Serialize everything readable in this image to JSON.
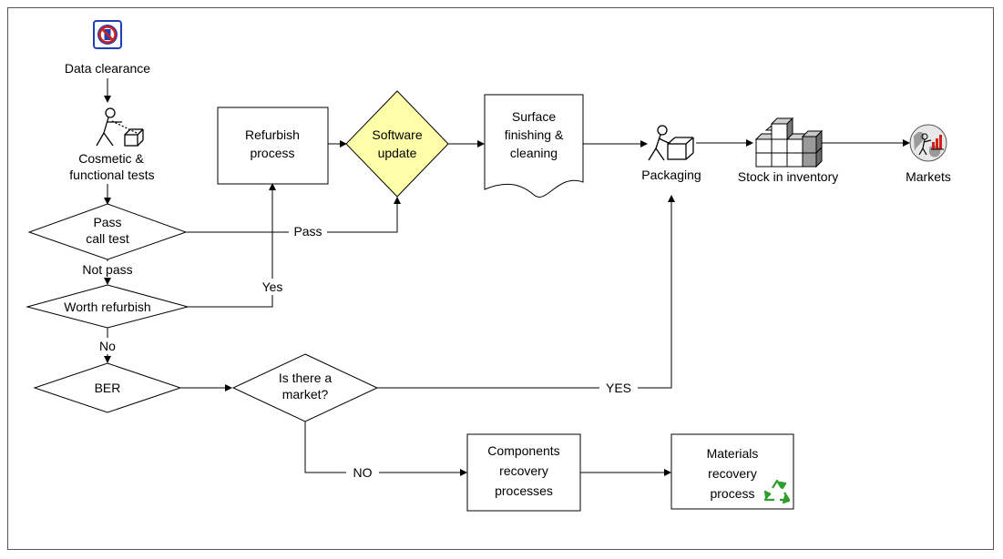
{
  "colors": {
    "software_update_fill": "#FFFFAA",
    "recycle_green": "#2E9E2E",
    "no_data_icon_blue": "#1F3FB8",
    "no_data_icon_red": "#D0201A"
  },
  "icons": {
    "data_clearance": "no-data-icon",
    "tests": "worker-testing-box-icon",
    "packaging": "worker-packing-box-icon",
    "stock": "stacked-boxes-icon",
    "markets": "globe-market-icon",
    "materials_recovery": "recycle-icon"
  },
  "nodes": {
    "data_clearance": "Data clearance",
    "tests": [
      "Cosmetic &",
      "functional tests"
    ],
    "pass_call_test": [
      "Pass",
      "call test"
    ],
    "worth_refurbish": "Worth refurbish",
    "ber": "BER",
    "refurbish_process": [
      "Refurbish",
      "process"
    ],
    "software_update": [
      "Software",
      "update"
    ],
    "surface_finishing": [
      "Surface",
      "finishing &",
      "cleaning"
    ],
    "packaging": "Packaging",
    "stock_in_inventory": "Stock in inventory",
    "markets": "Markets",
    "is_there_a_market": [
      "Is there a",
      "market?"
    ],
    "components_recovery": [
      "Components",
      "recovery",
      "processes"
    ],
    "materials_recovery": [
      "Materials",
      "recovery",
      "process"
    ]
  },
  "edge_labels": {
    "pass": "Pass",
    "not_pass": "Not pass",
    "yes": "Yes",
    "no": "No",
    "market_yes": "YES",
    "market_no": "NO"
  }
}
